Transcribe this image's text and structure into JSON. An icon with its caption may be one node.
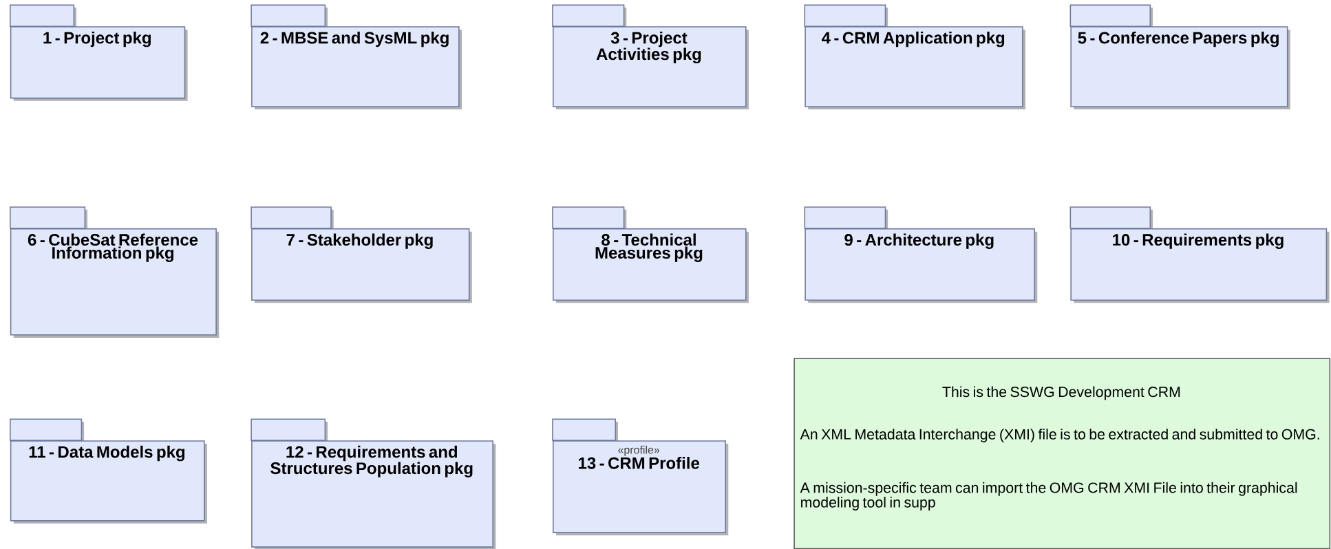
{
  "diagram": {
    "nodes": [
      {
        "text": [
          "1 - Project pkg"
        ]
      },
      {
        "text": [
          "2 - MBSE and SysML pkg"
        ]
      },
      {
        "text": [
          "3 - Project Activities pkg"
        ]
      },
      {
        "text": [
          "4 - CRM Application pkg"
        ]
      },
      {
        "text": [
          "5 - Conference Papers pkg"
        ]
      },
      {
        "text": [
          "6 - CubeSat Reference Information pkg"
        ]
      },
      {
        "text": [
          "7 - Stakeholder pkg"
        ]
      },
      {
        "text": [
          "8 - Technical Measures pkg"
        ]
      },
      {
        "text": [
          "9 - Architecture pkg"
        ]
      },
      {
        "text": [
          "10 - Requirements pkg"
        ]
      },
      {
        "text": [
          "11 - Data Models pkg"
        ]
      },
      {
        "text": [
          "12 - Requirements and Structures Population pkg"
        ]
      },
      {
        "text": [
          "«profile»",
          "13 - CRM Profile"
        ]
      },
      {
        "text": [
          "This is the SSWG Development CRM",
          "An XML Metadata Interchange (XMI) file is to be extracted and submitted to OMG.",
          "A mission-specific team can import the OMG CRM XMI File into their graphical  modeling tool in supp"
        ]
      }
    ]
  }
}
